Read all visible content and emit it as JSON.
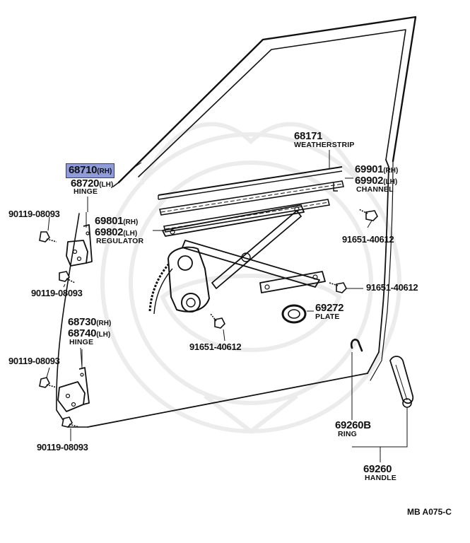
{
  "diagram_code": "MB A075-C",
  "side": {
    "rh": "(RH)",
    "lh": "(LH)"
  },
  "parts": {
    "hinge_upper": {
      "rh": "68710",
      "lh": "68720",
      "name": "HINGE"
    },
    "hinge_lower": {
      "rh": "68730",
      "lh": "68740",
      "name": "HINGE"
    },
    "weatherstrip": {
      "num": "68171",
      "name": "WEATHERSTRIP"
    },
    "channel": {
      "rh": "69901",
      "lh": "69902",
      "name": "CHANNEL"
    },
    "regulator": {
      "rh": "69801",
      "lh": "69802",
      "name": "REGULATOR"
    },
    "plate": {
      "num": "69272",
      "name": "PLATE"
    },
    "ring": {
      "num": "69260B",
      "name": "RING"
    },
    "handle": {
      "num": "69260",
      "name": "HANDLE"
    },
    "bolt_hinge_1": "90119-08093",
    "bolt_hinge_2": "90119-08093",
    "bolt_hinge_3": "90119-08093",
    "bolt_hinge_4": "90119-08093",
    "bolt_channel": "91651-40612",
    "bolt_regulator_right": "91651-40612",
    "bolt_regulator_bottom": "91651-40612"
  }
}
